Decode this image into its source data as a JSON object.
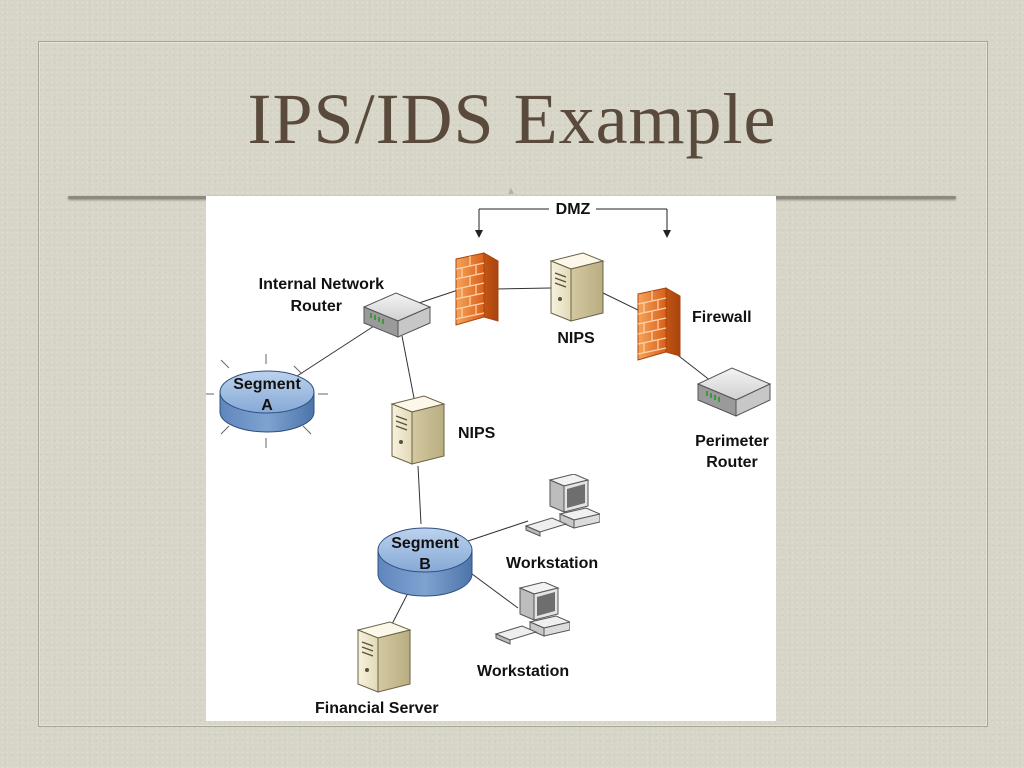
{
  "slide": {
    "title": "IPS/IDS Example"
  },
  "diagram": {
    "dmz_label": "DMZ",
    "internal_router_label_line1": "Internal Network",
    "internal_router_label_line2": "Router",
    "nips_top_label": "NIPS",
    "firewall_label": "Firewall",
    "perimeter_router_label_line1": "Perimeter",
    "perimeter_router_label_line2": "Router",
    "segment_a_line1": "Segment",
    "segment_a_line2": "A",
    "nips_mid_label": "NIPS",
    "segment_b_line1": "Segment",
    "segment_b_line2": "B",
    "workstation_1_label": "Workstation",
    "workstation_2_label": "Workstation",
    "financial_server_label": "Financial Server"
  },
  "colors": {
    "background": "#d6d5c7",
    "title": "#5a4a3c",
    "firewall": "#e8741f",
    "segment": "#7fa3d1",
    "server": "#efe8cf"
  },
  "icons": [
    "router-icon",
    "firewall-icon",
    "server-icon",
    "segment-hub-icon",
    "workstation-icon"
  ]
}
